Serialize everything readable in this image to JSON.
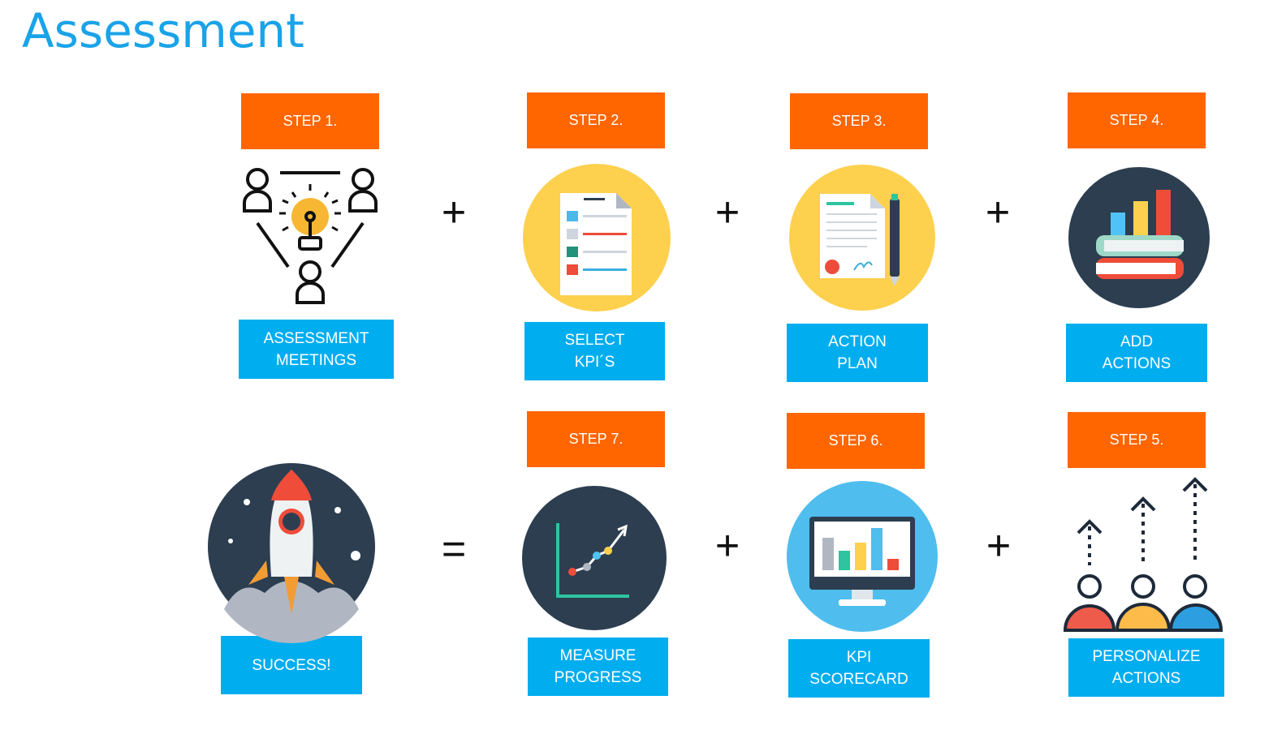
{
  "title": "Assessment",
  "steps": [
    {
      "step": "STEP 1.",
      "caption": [
        "ASSESSMENT",
        "MEETINGS"
      ],
      "icon": "meeting-lightbulb-icon"
    },
    {
      "step": "STEP 2.",
      "caption": [
        "SELECT",
        "KPI´S"
      ],
      "icon": "document-list-icon"
    },
    {
      "step": "STEP 3.",
      "caption": [
        "ACTION",
        "PLAN"
      ],
      "icon": "contract-pen-icon"
    },
    {
      "step": "STEP 4.",
      "caption": [
        "ADD",
        "ACTIONS"
      ],
      "icon": "books-chart-icon"
    },
    {
      "step": "STEP 5.",
      "caption": [
        "PERSONALIZE",
        "ACTIONS"
      ],
      "icon": "people-arrows-icon"
    },
    {
      "step": "STEP 6.",
      "caption": [
        "KPI",
        "SCORECARD"
      ],
      "icon": "monitor-chart-icon"
    },
    {
      "step": "STEP 7.",
      "caption": [
        "MEASURE",
        "PROGRESS"
      ],
      "icon": "growth-chart-icon"
    }
  ],
  "result": {
    "caption": "SUCCESS!",
    "icon": "rocket-icon"
  },
  "operators": {
    "plus": "+",
    "equals": "="
  },
  "colors": {
    "step": "#ff6600",
    "caption": "#00adef",
    "title": "#1aa3e8"
  }
}
